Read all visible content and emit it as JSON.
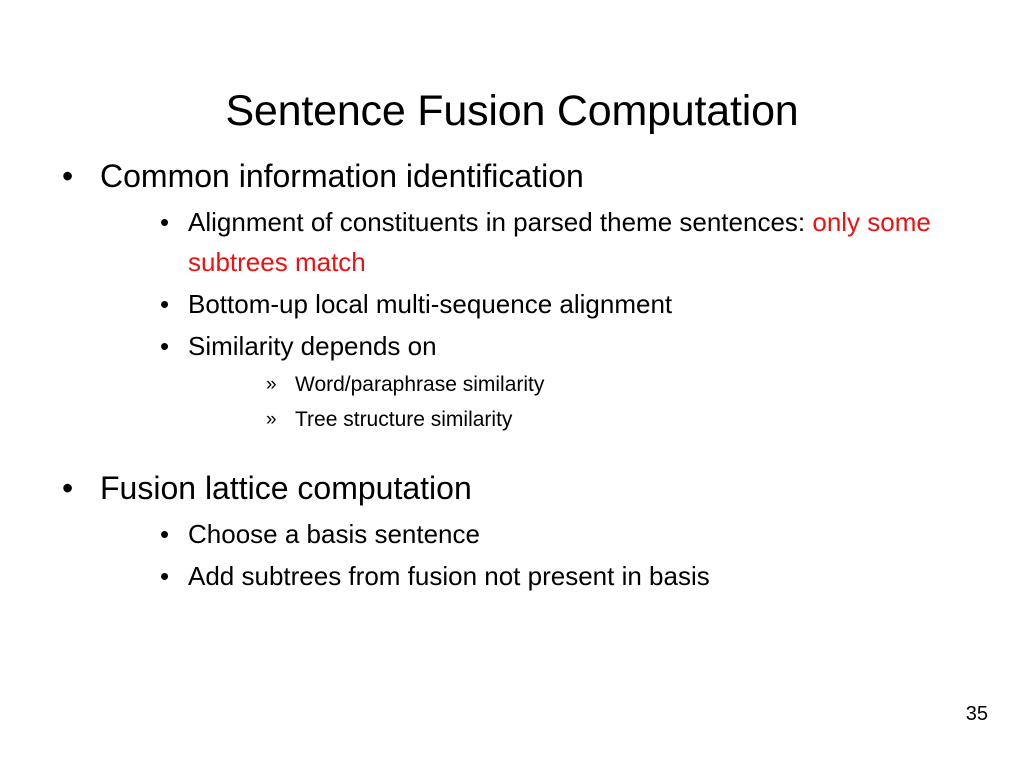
{
  "slide": {
    "title": "Sentence Fusion Computation",
    "page_number": "35",
    "background_color": "#ffffff",
    "text_color": "#000000",
    "highlight_color": "#ee1111",
    "bullet_markers": {
      "level1": "•",
      "level2": "•",
      "level3": "»"
    },
    "outline": [
      {
        "level": 1,
        "text": "Common information identification"
      },
      {
        "level": 2,
        "text_plain": "Alignment of constituents in parsed theme sentences: ",
        "text_highlight": "only some subtrees match"
      },
      {
        "level": 2,
        "text": "Bottom-up local multi-sequence alignment"
      },
      {
        "level": 2,
        "text": "Similarity depends on"
      },
      {
        "level": 3,
        "text": "Word/paraphrase similarity"
      },
      {
        "level": 3,
        "text": "Tree structure similarity"
      },
      {
        "level": 1,
        "text": "Fusion lattice computation"
      },
      {
        "level": 2,
        "text": "Choose a basis sentence"
      },
      {
        "level": 2,
        "text": "Add subtrees from fusion not present in basis"
      }
    ]
  }
}
